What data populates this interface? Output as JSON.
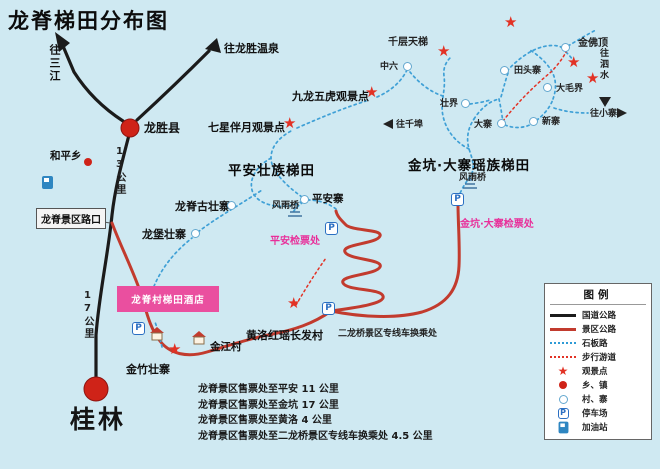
{
  "title": "龙脊梯田分布图",
  "icons": {
    "star": "★",
    "parking_letter": "P"
  },
  "colors": {
    "background": "#cfe9f2",
    "national_road": "#1b1b1b",
    "scenic_road": "#c23b2e",
    "stone_path": "#3fa0d6",
    "walk_trail": "#e23225",
    "accent_pink": "#ea4f9f",
    "ticket_pink": "#e8309a",
    "star_red": "#e23225"
  },
  "map": {
    "cities": {
      "longsheng": "龙胜县",
      "guilin": "桂林",
      "heping": "和平乡"
    },
    "directions": {
      "sanjiang": "往三江",
      "hotspring": "往龙胜温泉",
      "qianbu": "往千埠",
      "xiaozhai": "往小寨",
      "sishui": "往泗水"
    },
    "distance_marks": {
      "km13": "13公里",
      "km17": "17公里"
    },
    "junction": "龙脊景区路口",
    "areas": {
      "pingan": "平安壮族梯田",
      "jinkeng": "金坑·大寨瑶族梯田"
    },
    "viewpoints": {
      "qixing": "七星伴月观景点",
      "jiulong": "九龙五虎观景点",
      "qianceng": "千层天梯",
      "jinfoding": "金佛顶"
    },
    "villages": {
      "zhongliu": "中六",
      "tiantouzhai": "田头寨",
      "damaojie": "大毛界",
      "zhuangjie": "壮界",
      "dazhai": "大寨",
      "xinzhai": "新寨",
      "pinganzhai": "平安寨",
      "guzhuangzhai": "龙脊古壮寨",
      "longbao": "龙堡壮寨",
      "jinjiang": "金江村",
      "jinzhu": "金竹壮寨",
      "huangluo": "黄洛红瑶长发村"
    },
    "bridges": {
      "fengyu1": "风雨桥",
      "fengyu2": "风雨桥"
    },
    "tickets": {
      "pingan": "平安检票处",
      "jinkeng": "金坑·大寨检票处"
    },
    "transfer": "二龙桥景区专线车换乘处",
    "hotel": "龙脊村梯田酒店"
  },
  "notes": [
    "龙脊景区售票处至平安 11 公里",
    "龙脊景区售票处至金坑 17 公里",
    "龙脊景区售票处至黄洛 4  公里",
    "龙脊景区售票处至二龙桥景区专线车换乘处 4.5 公里"
  ],
  "legend": {
    "title": "图例",
    "items": [
      {
        "label": "国道公路"
      },
      {
        "label": "景区公路"
      },
      {
        "label": "石板路"
      },
      {
        "label": "步行游道"
      },
      {
        "label": "观景点"
      },
      {
        "label": "乡、镇"
      },
      {
        "label": "村、寨"
      },
      {
        "label": "停车场"
      },
      {
        "label": "加油站"
      }
    ]
  }
}
